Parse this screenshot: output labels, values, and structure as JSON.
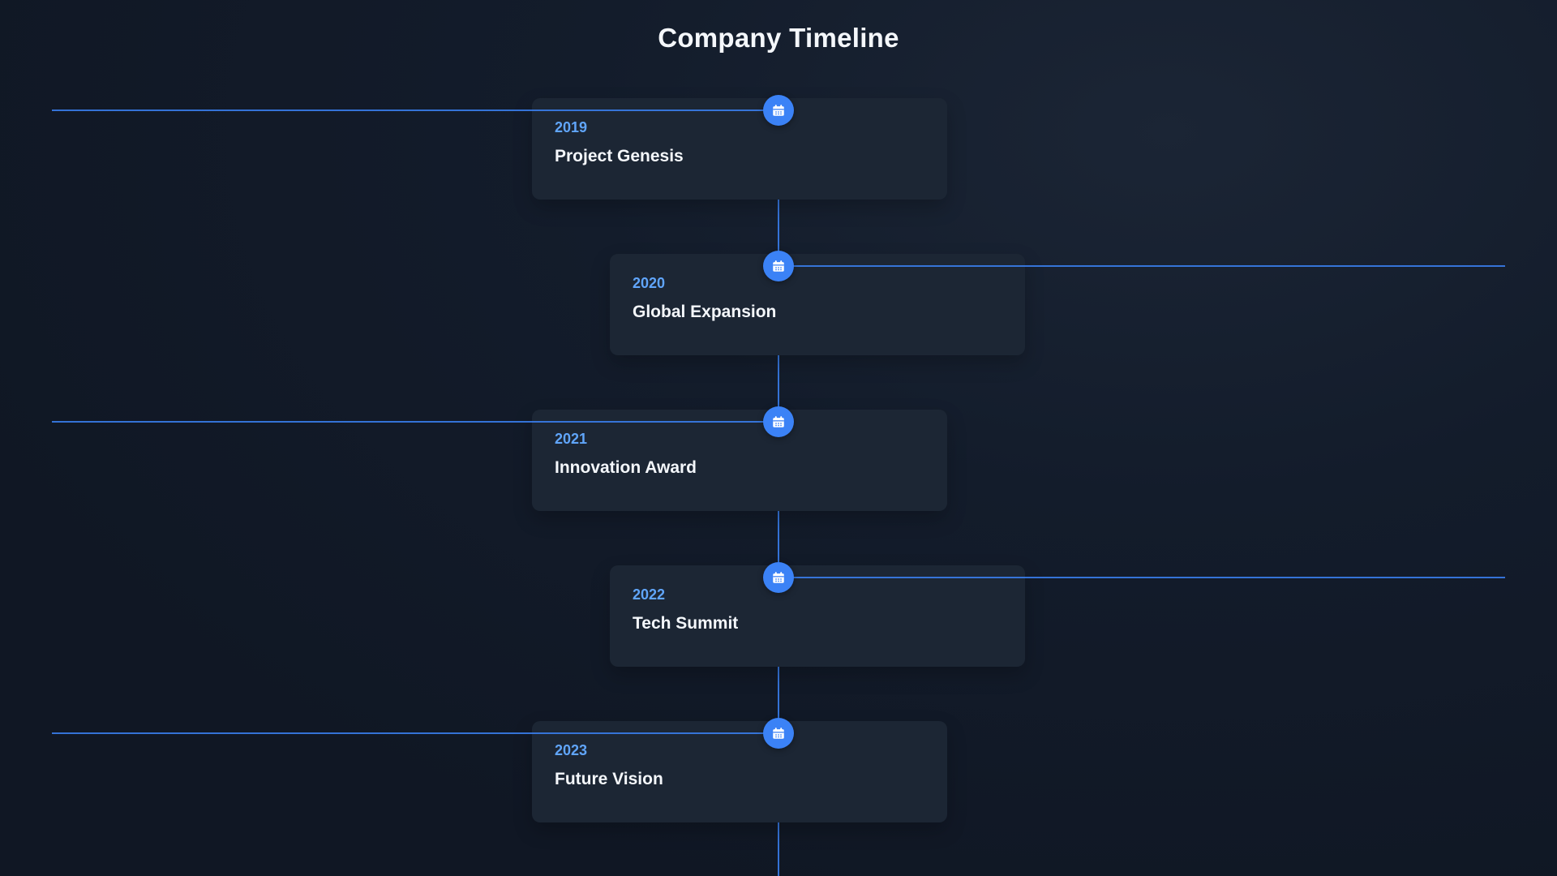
{
  "page": {
    "title": "Company Timeline"
  },
  "theme": {
    "background": "#131c2b",
    "background_light": "#1b2535",
    "card_bg": "#1c2634",
    "accent": "#3b82f6",
    "year_color": "#60a5fa",
    "title_color": "#f4f7fb"
  },
  "timeline": {
    "items": [
      {
        "year": "2019",
        "title": "Project Genesis",
        "side": "left",
        "icon": "calendar-icon"
      },
      {
        "year": "2020",
        "title": "Global Expansion",
        "side": "right",
        "icon": "calendar-icon"
      },
      {
        "year": "2021",
        "title": "Innovation Award",
        "side": "left",
        "icon": "calendar-icon"
      },
      {
        "year": "2022",
        "title": "Tech Summit",
        "side": "right",
        "icon": "calendar-icon"
      },
      {
        "year": "2023",
        "title": "Future Vision",
        "side": "left",
        "icon": "calendar-icon"
      }
    ]
  }
}
